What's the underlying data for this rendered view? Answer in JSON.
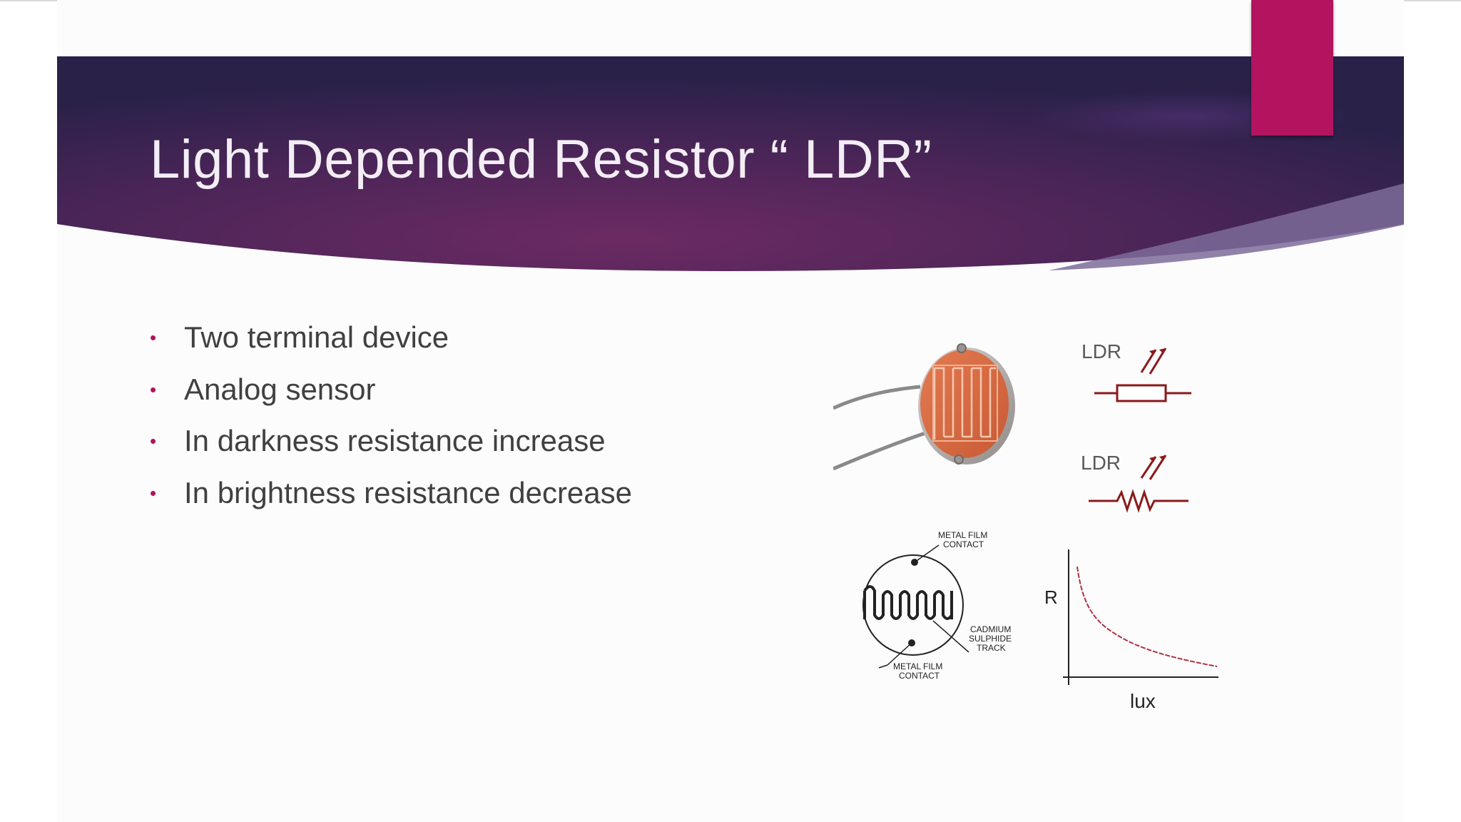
{
  "slide": {
    "title": "Light Depended Resistor “ LDR”",
    "bullets": [
      "Two terminal device",
      "Analog sensor",
      "In darkness resistance increase",
      "In brightness resistance decrease"
    ],
    "bullet_glyph": "•",
    "accent_color": "#b3135f",
    "banner_colors": [
      "#2d2352",
      "#6c2a63",
      "#261f45"
    ]
  },
  "figure": {
    "symbol_label_1": "LDR",
    "symbol_label_2": "LDR",
    "metal_film_top": [
      "METAL FILM",
      "CONTACT"
    ],
    "cadmium_track": [
      "CADMIUM",
      "SULPHIDE",
      "TRACK"
    ],
    "metal_film_bottom": [
      "METAL FILM",
      "CONTACT"
    ],
    "graph": {
      "y_label": "R",
      "x_label": "lux",
      "curve_shape": "decreasing",
      "curve_color": "#b03040"
    }
  }
}
